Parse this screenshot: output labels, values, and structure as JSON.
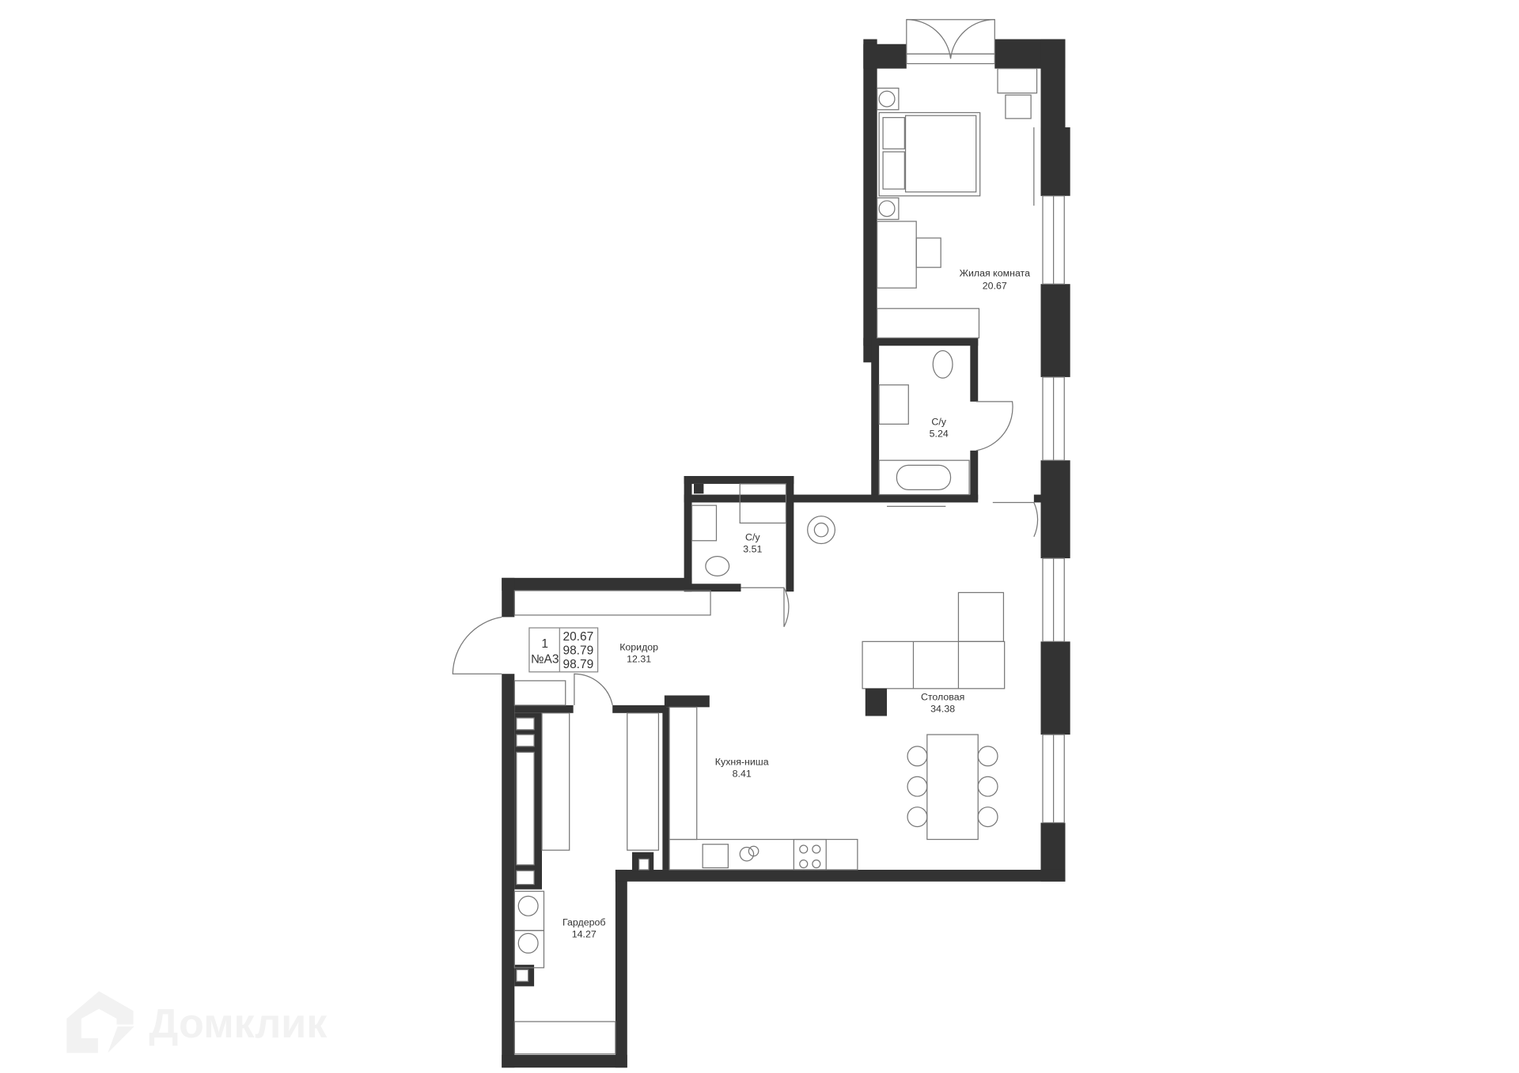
{
  "rooms": [
    {
      "name": "Жилая комната",
      "area": "20.67"
    },
    {
      "name": "С/у",
      "area": "5.24"
    },
    {
      "name": "С/у",
      "area": "3.51"
    },
    {
      "name": "Коридор",
      "area": "12.31"
    },
    {
      "name": "Столовая",
      "area": "34.38"
    },
    {
      "name": "Кухня-ниша",
      "area": "8.41"
    },
    {
      "name": "Гардероб",
      "area": "14.27"
    }
  ],
  "info_box": {
    "rooms_count": "1",
    "apartment_no": "№А3",
    "living_area": "20.67",
    "total_area": "98.79",
    "total_area_2": "98.79"
  },
  "watermark": "Домклик",
  "colors": {
    "wall": "#333333",
    "furniture": "#777777"
  }
}
